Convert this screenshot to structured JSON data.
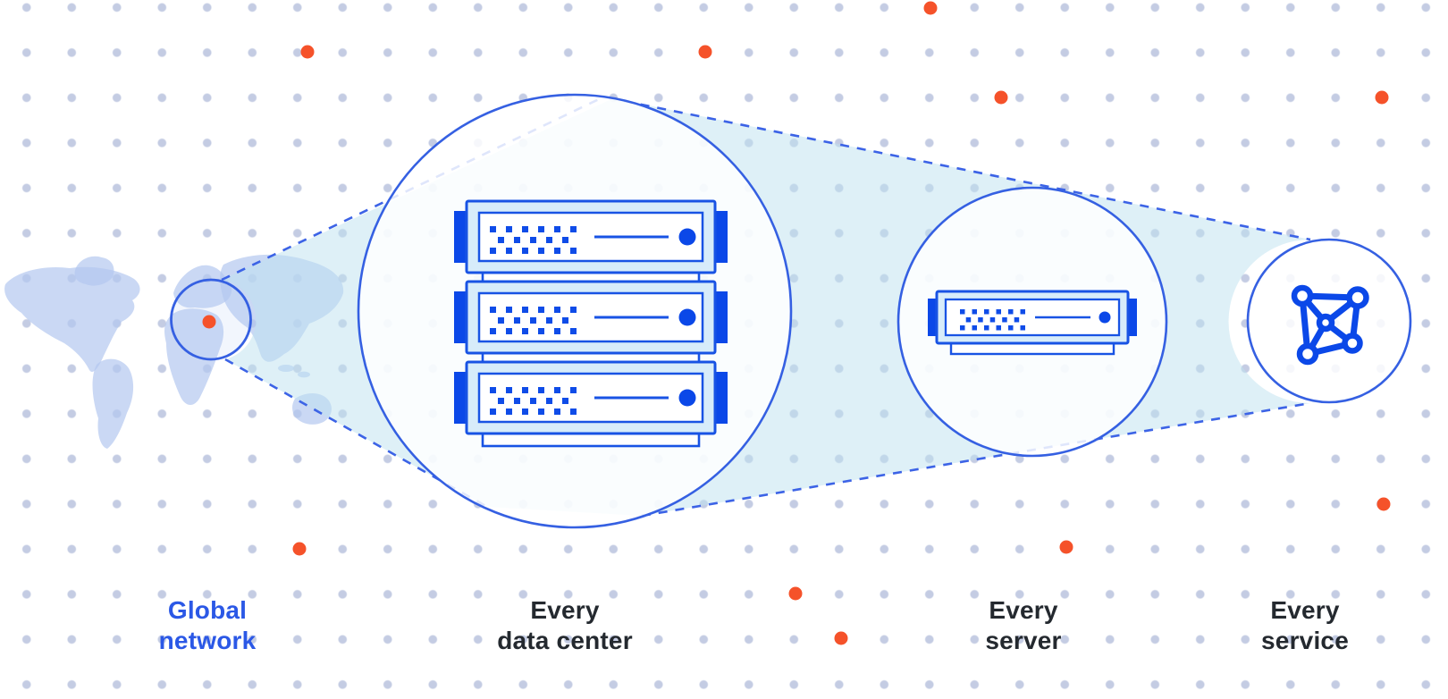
{
  "diagram": {
    "title": "Global network to service zoom diagram",
    "stages": [
      {
        "id": "global-network",
        "label_line1": "Global",
        "label_line2": "network",
        "icon": "world-map-with-location-dot"
      },
      {
        "id": "every-data-center",
        "label_line1": "Every",
        "label_line2": "data center",
        "icon": "server-rack"
      },
      {
        "id": "every-server",
        "label_line1": "Every",
        "label_line2": "server",
        "icon": "server"
      },
      {
        "id": "every-service",
        "label_line1": "Every",
        "label_line2": "service",
        "icon": "mesh-network"
      }
    ],
    "icons": [
      "world-map",
      "location-dot",
      "server-rack-icon",
      "server-icon",
      "mesh-network-icon"
    ],
    "colors": {
      "background": "#ffffff",
      "grid_dot": "#c4cce3",
      "accent_orange": "#f5522a",
      "map_fill": "#ccd9f4",
      "cone_fill": "#e0f2f8",
      "circle_stroke": "#3560e2",
      "server_stroke": "#1853e4",
      "server_fill_light": "#d7ecfa",
      "server_dark_blue": "#0b48e8",
      "label_dark": "#24292f",
      "label_blue": "#2b58e6"
    }
  }
}
